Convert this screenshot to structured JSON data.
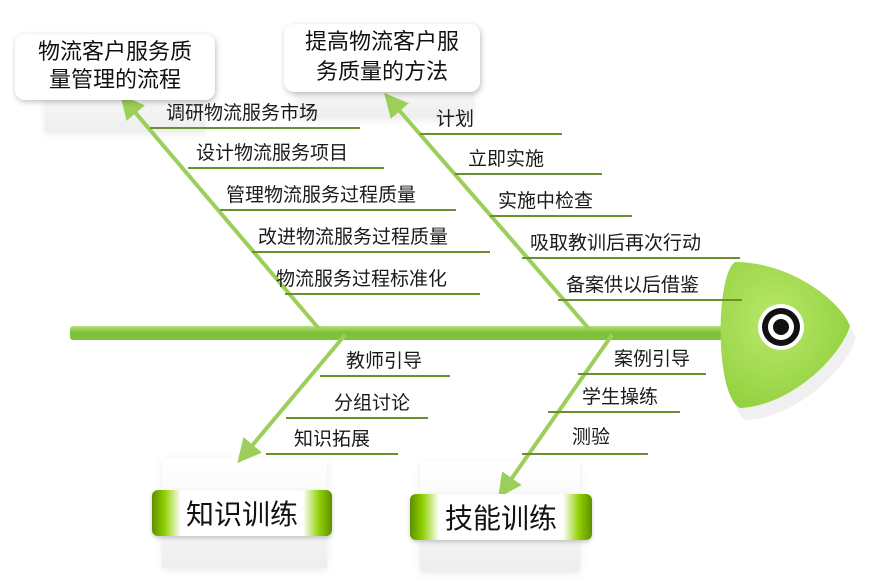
{
  "colors": {
    "spine": "#7dc23a",
    "spine_light": "#b7e07e",
    "branch": "#8cc63f",
    "arrow": "#9ccf5a",
    "underline": "#6b8f2f",
    "head": "#8fcf3c",
    "eye_ring": "#111111"
  },
  "top_left": {
    "title_line1": "物流客户服务质",
    "title_line2": "量管理的流程",
    "items": [
      "调研物流服务市场",
      "设计物流服务项目",
      "管理物流服务过程质量",
      "改进物流服务过程质量",
      "物流服务过程标准化"
    ]
  },
  "top_right": {
    "title_line1": "提高物流客户服",
    "title_line2": "务质量的方法",
    "items": [
      "计划",
      "立即实施",
      "实施中检查",
      "吸取教训后再次行动",
      "备案供以后借鉴"
    ]
  },
  "bottom_left": {
    "title": "知识训练",
    "items": [
      "教师引导",
      "分组讨论",
      "知识拓展"
    ]
  },
  "bottom_right": {
    "title": "技能训练",
    "items": [
      "案例引导",
      "学生操练",
      "测验"
    ]
  },
  "icons": {
    "fish_head": "fish-head-icon",
    "eye": "eye-icon"
  }
}
